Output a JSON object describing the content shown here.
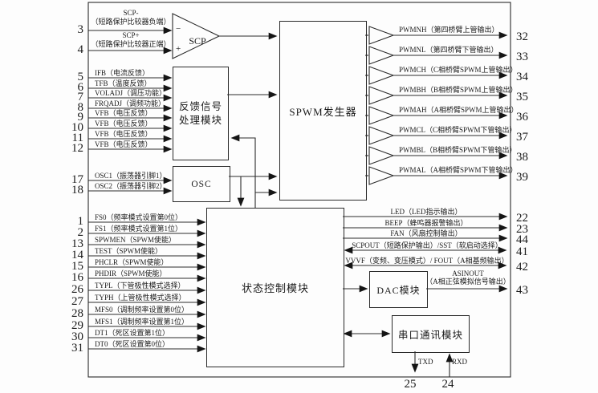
{
  "blocks": {
    "comparator": {
      "label": "SCP",
      "minus": "−",
      "plus": "+"
    },
    "feedback": {
      "label_line1": "反馈信号",
      "label_line2": "处理模块"
    },
    "osc": {
      "label": "OSC"
    },
    "spwm": {
      "label": "SPWM发生器"
    },
    "state": {
      "label": "状态控制模块"
    },
    "dac": {
      "label": "DAC模块"
    },
    "serial": {
      "label": "串口通讯模块"
    }
  },
  "inputs": {
    "scp": [
      {
        "pin": "3",
        "name": "SCP-",
        "desc": "（短路保护比较器负端）"
      },
      {
        "pin": "4",
        "name": "SCP+",
        "desc": "（短路保护比较器正端）"
      }
    ],
    "feedback": [
      {
        "pin": "5",
        "label": "IFB（电流反馈）"
      },
      {
        "pin": "6",
        "label": "TFB（温度反馈）"
      },
      {
        "pin": "7",
        "label": "VOLADJ（调压功能）"
      },
      {
        "pin": "8",
        "label": "FRQADJ（调频功能）"
      },
      {
        "pin": "9",
        "label": "VFB（电压反馈）"
      },
      {
        "pin": "10",
        "label": "VFB（电压反馈）"
      },
      {
        "pin": "11",
        "label": "VFB（电压反馈）"
      },
      {
        "pin": "12",
        "label": "VFB（电压反馈）"
      }
    ],
    "osc": [
      {
        "pin": "17",
        "label": "OSC1（振荡器引脚1）"
      },
      {
        "pin": "18",
        "label": "OSC2（振荡器引脚2）"
      }
    ],
    "state": [
      {
        "pin": "1",
        "label": "FS0（频率模式设置第0位）"
      },
      {
        "pin": "2",
        "label": "FS1（频率模式设置第1位）"
      },
      {
        "pin": "13",
        "label": "SPWMEN（SPWM使能）"
      },
      {
        "pin": "14",
        "label": "TEST（SPWM使能）"
      },
      {
        "pin": "15",
        "label": "PHCLR（SPWM使能）"
      },
      {
        "pin": "16",
        "label": "PHDIR（SPWM使能）"
      },
      {
        "pin": "26",
        "label": "TYPL（下管极性模式选择）"
      },
      {
        "pin": "27",
        "label": "TYPH（上管极性模式选择）"
      },
      {
        "pin": "28",
        "label": "MFS0（调制频率设置第0位）"
      },
      {
        "pin": "29",
        "label": "MFS1（调制频率设置第1位）"
      },
      {
        "pin": "30",
        "label": "DT1（死区设置第1位）"
      },
      {
        "pin": "31",
        "label": "DT0（死区设置第0位）"
      }
    ]
  },
  "outputs": {
    "spwm": [
      {
        "pin": "32",
        "label": "PWMNH（第四桥臂上管输出）"
      },
      {
        "pin": "33",
        "label": "PWMNL（第四桥臂下管输出）"
      },
      {
        "pin": "34",
        "label": "PWMCH（C相桥臂SPWM上管输出）"
      },
      {
        "pin": "35",
        "label": "PWMBH（B相桥臂SPWM上管输出）"
      },
      {
        "pin": "36",
        "label": "PWMAH（A相桥臂SPWM上管输出）"
      },
      {
        "pin": "37",
        "label": "PWMCL（C相桥臂SPWM下管输出）"
      },
      {
        "pin": "38",
        "label": "PWMBL（B相桥臂SPWM下管输出）"
      },
      {
        "pin": "39",
        "label": "PWMAL（A相桥臂SPWM下管输出）"
      }
    ],
    "state": [
      {
        "pin": "22",
        "label": "LED（LED指示输出）"
      },
      {
        "pin": "23",
        "label": "BEEP（蜂鸣器报警输出）"
      },
      {
        "pin": "44",
        "label": "FAN（风扇控制输出）"
      },
      {
        "pin": "41",
        "label": "SCPOUT（短路保护输出）/SST（软启动选择）"
      },
      {
        "pin": "42",
        "label": "VVVF（变频、变压模式）/ FOUT（A相基频输出）"
      }
    ],
    "dac": {
      "pin": "43",
      "name": "ASINOUT",
      "desc": "（A相正弦模拟信号输出）"
    },
    "serial": {
      "txd": {
        "label": "TXD",
        "pin": "25"
      },
      "rxd": {
        "label": "RXD",
        "pin": "24"
      }
    }
  },
  "colors": {
    "ink": "#2a2a2a",
    "background": "#fdfdfd"
  }
}
